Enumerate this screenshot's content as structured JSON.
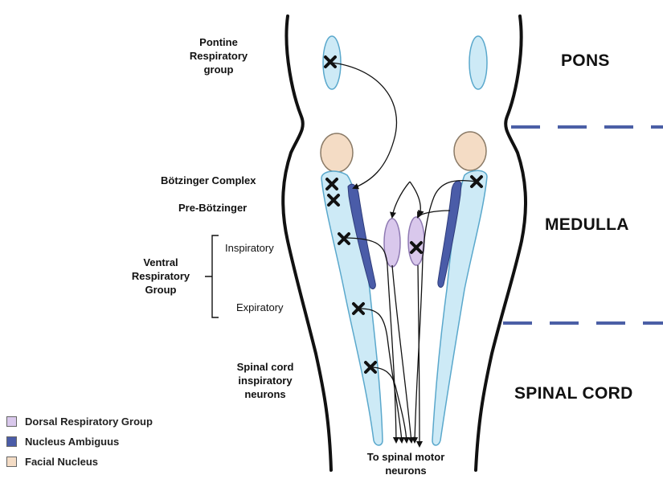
{
  "labels": {
    "pontine": "Pontine\nRespiratory\ngroup",
    "botzinger": "Bötzinger Complex",
    "pre_botzinger": "Pre-Bötzinger",
    "vrg": "Ventral\nRespiratory\nGroup",
    "inspiratory": "Inspiratory",
    "expiratory": "Expiratory",
    "spinal_cord_insp": "Spinal cord\ninspiratory\nneurons",
    "to_spinal": "To spinal motor\nneurons"
  },
  "regions": {
    "pons": "PONS",
    "medulla": "MEDULLA",
    "spinal_cord": "SPINAL CORD"
  },
  "legend": [
    {
      "label": "Dorsal Respiratory Group",
      "color": "#d9c8ec"
    },
    {
      "label": "Nucleus Ambiguus",
      "color": "#4a5ca8"
    },
    {
      "label": "Facial Nucleus",
      "color": "#f4dcc5"
    }
  ],
  "colors": {
    "respiratory_column": "#cdeaf6",
    "column_outline": "#5aa8cc",
    "dashed_divider": "#4b5fa6",
    "outline": "#111111"
  }
}
